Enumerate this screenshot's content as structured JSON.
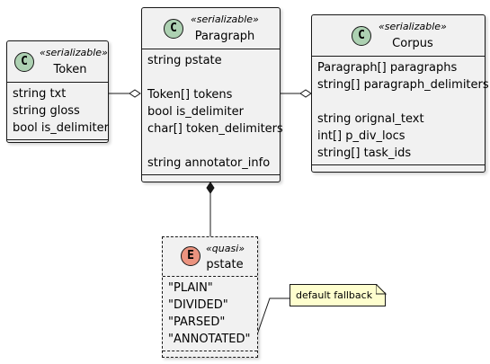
{
  "colors": {
    "class_badge": "#add1b2",
    "enum_badge": "#eb937f",
    "box_fill": "#f1f1f1",
    "note_fill": "#fefece",
    "line": "#181818"
  },
  "classes": {
    "token": {
      "badge": "C",
      "stereotype": "«serializable»",
      "name": "Token",
      "fields": [
        "string txt",
        "string gloss",
        "bool is_delimiter"
      ]
    },
    "paragraph": {
      "badge": "C",
      "stereotype": "«serializable»",
      "name": "Paragraph",
      "fields": [
        "string pstate",
        "",
        "Token[] tokens",
        "bool is_delimiter",
        "char[] token_delimiters",
        "",
        "string annotator_info"
      ]
    },
    "corpus": {
      "badge": "C",
      "stereotype": "«serializable»",
      "name": "Corpus",
      "fields": [
        "Paragraph[] paragraphs",
        "string[] paragraph_delimiters",
        "",
        "string orignal_text",
        "int[] p_div_locs",
        "string[] task_ids"
      ]
    },
    "pstate": {
      "badge": "E",
      "stereotype": "«quasi»",
      "name": "pstate",
      "fields": [
        "\"PLAIN\"",
        "\"DIVIDED\"",
        "\"PARSED\"",
        "\"ANNOTATED\""
      ]
    }
  },
  "note": {
    "text": "default fallback"
  }
}
